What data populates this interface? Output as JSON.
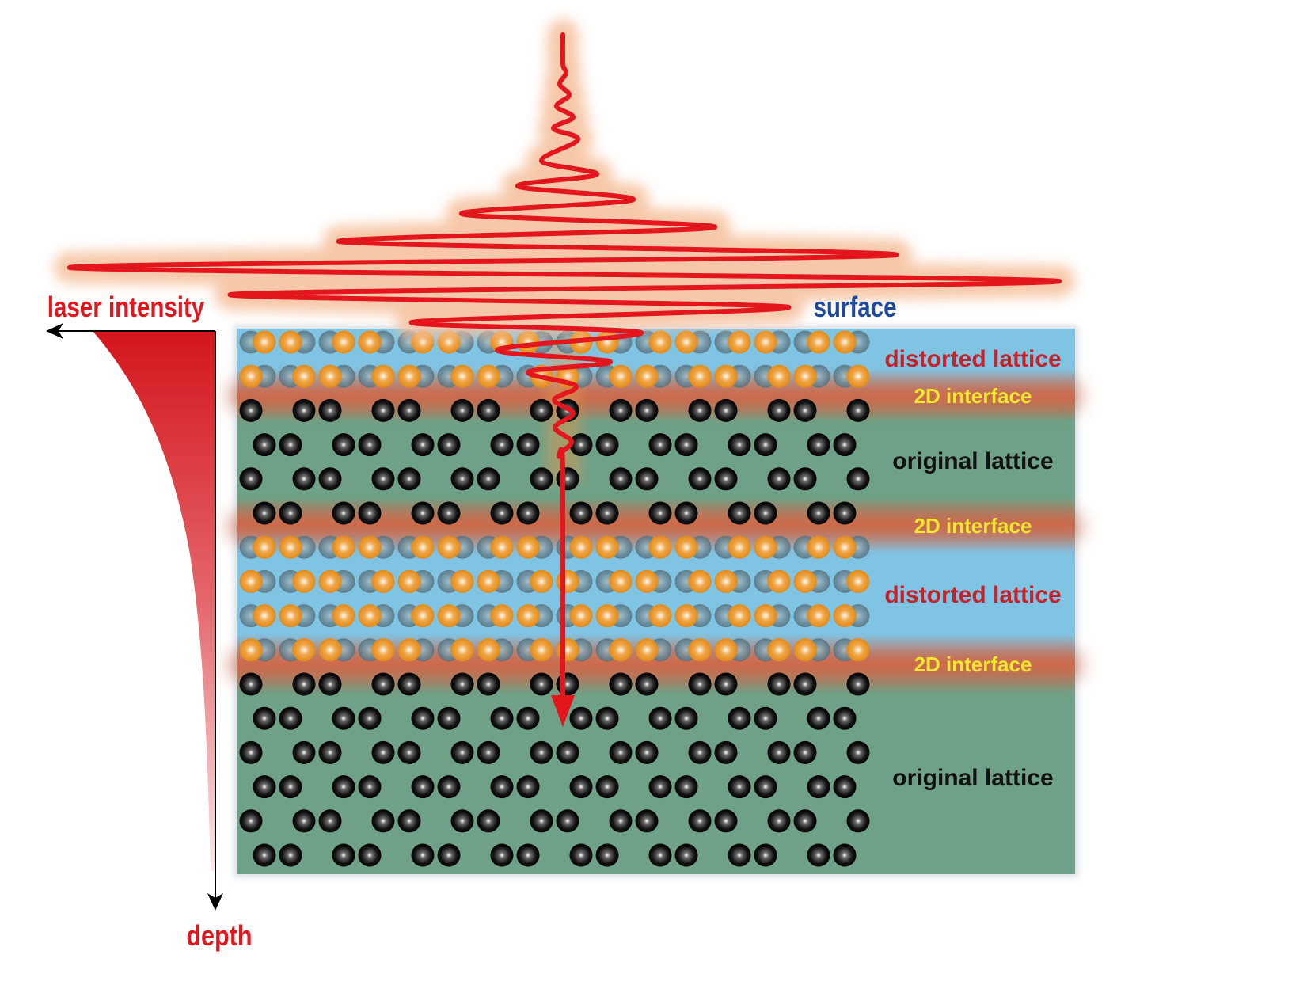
{
  "labels": {
    "laser_intensity": "laser intensity",
    "depth": "depth",
    "surface": "surface"
  },
  "layers": [
    {
      "label": "distorted lattice",
      "kind": "distorted"
    },
    {
      "label": "2D interface",
      "kind": "interface"
    },
    {
      "label": "original lattice",
      "kind": "original"
    },
    {
      "label": "2D interface",
      "kind": "interface"
    },
    {
      "label": "distorted lattice",
      "kind": "distorted"
    },
    {
      "label": "2D interface",
      "kind": "interface"
    },
    {
      "label": "original lattice",
      "kind": "original"
    }
  ],
  "atom_rows": [
    "d-even",
    "d-odd",
    "b-odd",
    "b-even",
    "b-odd",
    "b-even",
    "d-even",
    "d-odd",
    "d-even",
    "d-odd",
    "b-odd",
    "b-even",
    "b-odd",
    "b-even",
    "b-odd",
    "b-even"
  ],
  "colors": {
    "laser_red": "#e3161d",
    "laser_glow": "#f6c3a0",
    "distorted_bg": "#80c4e4",
    "original_bg": "#6ea187",
    "interface_bg": "#cc6a4c",
    "distorted_text": "#c4232b",
    "interface_text": "#f2e92e",
    "original_text": "#111111",
    "surface_text": "#1f4a9c",
    "orange_atom": "#e8921e",
    "grey_atom": "#6a8c9c",
    "black_atom": "#0c0c0c"
  }
}
